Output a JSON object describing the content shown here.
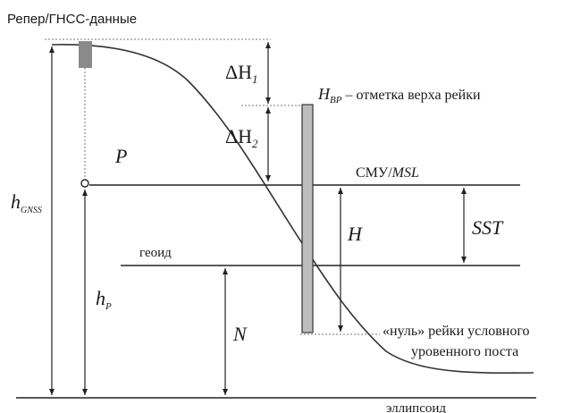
{
  "labels": {
    "benchmark": "Репер/ГНСС-данные",
    "delta_h1": {
      "main": "ΔH",
      "sub": "1"
    },
    "delta_h2": {
      "main": "ΔH",
      "sub": "2"
    },
    "hbp": {
      "main": "H",
      "sub": "BP",
      "text": " – отметка верха рейки"
    },
    "point_p": "P",
    "msl": {
      "prefix": "СМУ/",
      "italic": "MSL"
    },
    "geoid": "геоид",
    "h_gnss": {
      "main": "h",
      "sub": "GNSS"
    },
    "h_p": {
      "main": "h",
      "sub": "P"
    },
    "height_h": "H",
    "sst": "SST",
    "undulation_n": "N",
    "zero_line1": "«нуль» рейки условного",
    "zero_line2": "уровенного поста",
    "ellipsoid": "эллипсоид"
  }
}
